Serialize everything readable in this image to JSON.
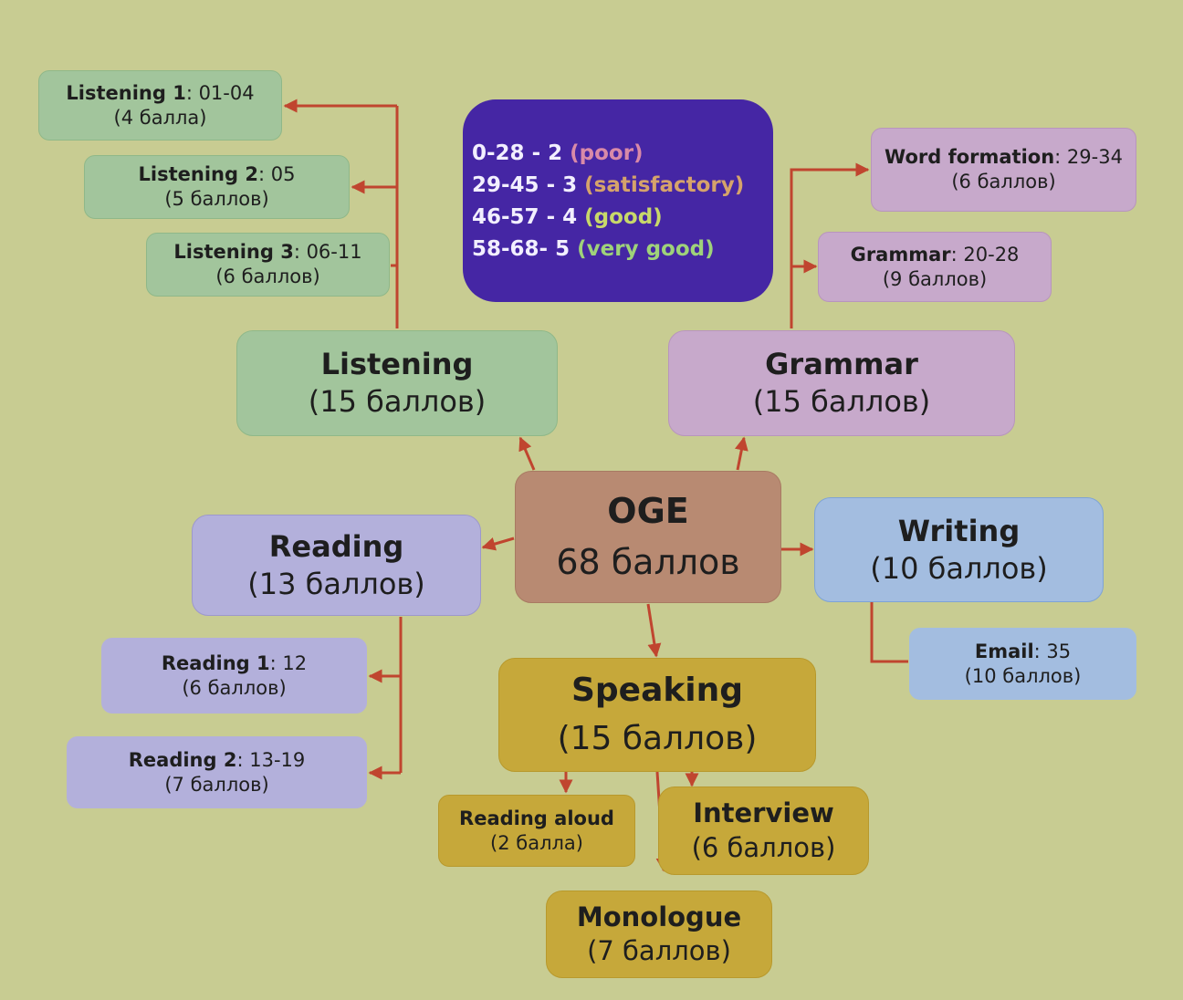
{
  "colors": {
    "background": "#c8cc92",
    "arrow": "#c0452f",
    "legend_bg": "#4526a4",
    "poor": "#d98aa8",
    "satisfactory": "#d6a36b",
    "good": "#c8d86a",
    "very_good": "#9fd27a"
  },
  "legend": [
    {
      "range": "0-28 - 2",
      "label": "(poor)"
    },
    {
      "range": "29-45 - 3",
      "label": "(satisfactory)"
    },
    {
      "range": "46-57 - 4",
      "label": "(good)"
    },
    {
      "range": "58-68- 5",
      "label": "(very good)"
    }
  ],
  "oge": {
    "title": "OGE",
    "points": "68 баллов"
  },
  "listening": {
    "title": "Listening",
    "points": "(15 баллов)",
    "tasks": [
      {
        "name": "Listening 1",
        "range": ": 01-04",
        "points": "(4 балла)"
      },
      {
        "name": "Listening 2",
        "range": ": 05",
        "points": "(5 баллов)"
      },
      {
        "name": "Listening 3",
        "range": ": 06-11",
        "points": "(6 баллов)"
      }
    ]
  },
  "grammar": {
    "title": "Grammar",
    "points": "(15 баллов)",
    "tasks": [
      {
        "name": "Word formation",
        "range": ": 29-34",
        "points": "(6 баллов)"
      },
      {
        "name": "Grammar",
        "range": ": 20-28",
        "points": "(9 баллов)"
      }
    ]
  },
  "reading": {
    "title": "Reading",
    "points": "(13 баллов)",
    "tasks": [
      {
        "name": "Reading 1",
        "range": ": 12",
        "points": "(6 баллов)"
      },
      {
        "name": "Reading 2",
        "range": ": 13-19",
        "points": "(7 баллов)"
      }
    ]
  },
  "writing": {
    "title": "Writing",
    "points": "(10 баллов)",
    "tasks": [
      {
        "name": "Email",
        "range": ": 35",
        "points": "(10 баллов)"
      }
    ]
  },
  "speaking": {
    "title": "Speaking",
    "points": "(15 баллов)",
    "reading_aloud": {
      "name": "Reading aloud",
      "points": "(2 балла)"
    },
    "interview": {
      "name": "Interview",
      "points": "(6 баллов)"
    },
    "monologue": {
      "name": "Monologue",
      "points": "(7 баллов)"
    }
  }
}
